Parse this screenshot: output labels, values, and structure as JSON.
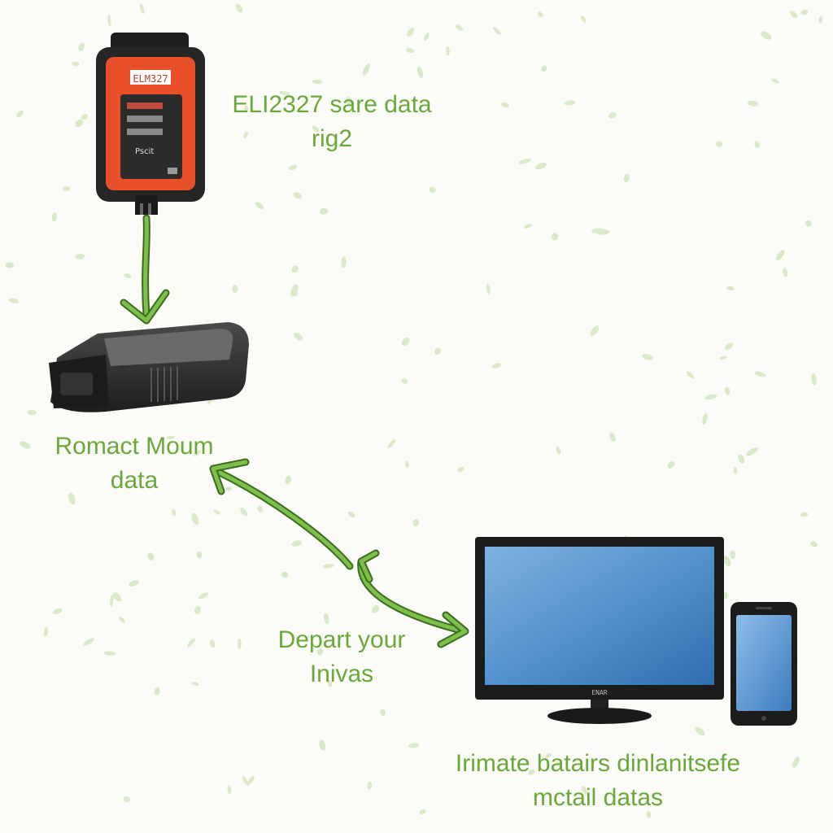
{
  "colors": {
    "accent_green": "#6aa83a",
    "adapter_orange": "#e8502a",
    "device_dark": "#2b2b2b",
    "screen_blue": "#3f7fbf"
  },
  "adapter": {
    "brand": "ELM327",
    "screen_label": "Pscit"
  },
  "labels": {
    "top": {
      "line1": "ELI2327 sare data",
      "line2": "rig2"
    },
    "scanner": {
      "line1": "Romact Moum",
      "line2": "data"
    },
    "link": {
      "line1": "Depart your",
      "line2": "Inivas"
    },
    "bottom": {
      "line1": "Irimate batairs dinlanitsefe",
      "line2": "mctail datas"
    }
  },
  "monitor": {
    "brand": "ENAR"
  },
  "icons": [
    "obd-adapter-icon",
    "handheld-scanner-icon",
    "monitor-icon",
    "smartphone-icon",
    "arrow-down-icon",
    "bidirectional-arrow-icon"
  ]
}
